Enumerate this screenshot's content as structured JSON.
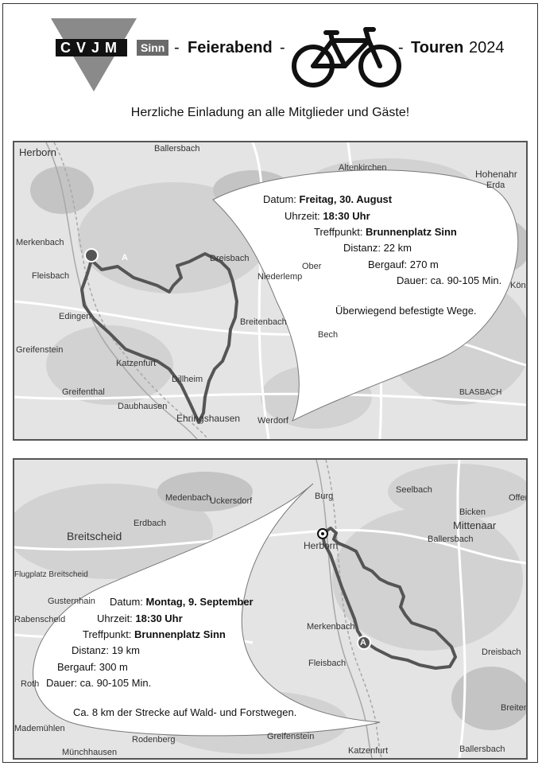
{
  "header": {
    "logo": "CVJM",
    "logo_sub": "Sinn",
    "dash1": "-",
    "word1": "Feierabend",
    "dash2": "-",
    "dash3": "-",
    "word2": "Touren",
    "year": "2024",
    "bike_icon": "bicycle-icon"
  },
  "invite": "Herzliche Einladung an alle Mitglieder und Gäste!",
  "tour1": {
    "date_label": "Datum:",
    "date_value": "Freitag, 30. August",
    "time_label": "Uhrzeit:",
    "time_value": "18:30 Uhr",
    "meet_label": "Treffpunkt:",
    "meet_value": "Brunnenplatz Sinn",
    "distance": "Distanz: 22 km",
    "climb": "Bergauf: 270 m",
    "duration": "Dauer: ca. 90-105 Min.",
    "note": "Überwiegend befestigte Wege.",
    "start_marker": "A",
    "places": [
      "Herborn",
      "Ballersbach",
      "Altenkirchen",
      "Hohenahr",
      "Erda",
      "Merkenbach",
      "Fleisbach",
      "Dreisbach",
      "Niederlemp",
      "Ober",
      "Edingen",
      "Breitenbach",
      "Bech",
      "Ehringshausen",
      "Katzenfurt",
      "Dillheim",
      "Greifenthal",
      "Daubhausen",
      "Werdorf",
      "BLASBACH",
      "Greifenstein",
      "Königsberg"
    ]
  },
  "tour2": {
    "date_label": "Datum:",
    "date_value": "Montag, 9. September",
    "time_label": "Uhrzeit:",
    "time_value": "18:30 Uhr",
    "meet_label": "Treffpunkt:",
    "meet_value": "Brunnenplatz Sinn",
    "distance": "Distanz: 19 km",
    "climb": "Bergauf: 300 m",
    "duration": "Dauer: ca. 90-105 Min.",
    "note": "Ca. 8 km der Strecke auf Wald- und Forstwegen.",
    "start_marker": "A",
    "places": [
      "Medenbach",
      "Uckersdorf",
      "Burg",
      "Seelbach",
      "Offenbach",
      "Erdbach",
      "Bicken",
      "Mittenaar",
      "Breitscheid",
      "Herborn",
      "Ballersbach",
      "Flugplatz Breitscheid",
      "Gusternhain",
      "Rabenscheid",
      "Merkenbach",
      "Dreisbach",
      "Fleisbach",
      "Breitenbach",
      "Rodenberg",
      "Greifenstein",
      "Ballersbach",
      "Münchhausen",
      "Katzenfurt",
      "Mademühlen",
      "Roth"
    ]
  }
}
